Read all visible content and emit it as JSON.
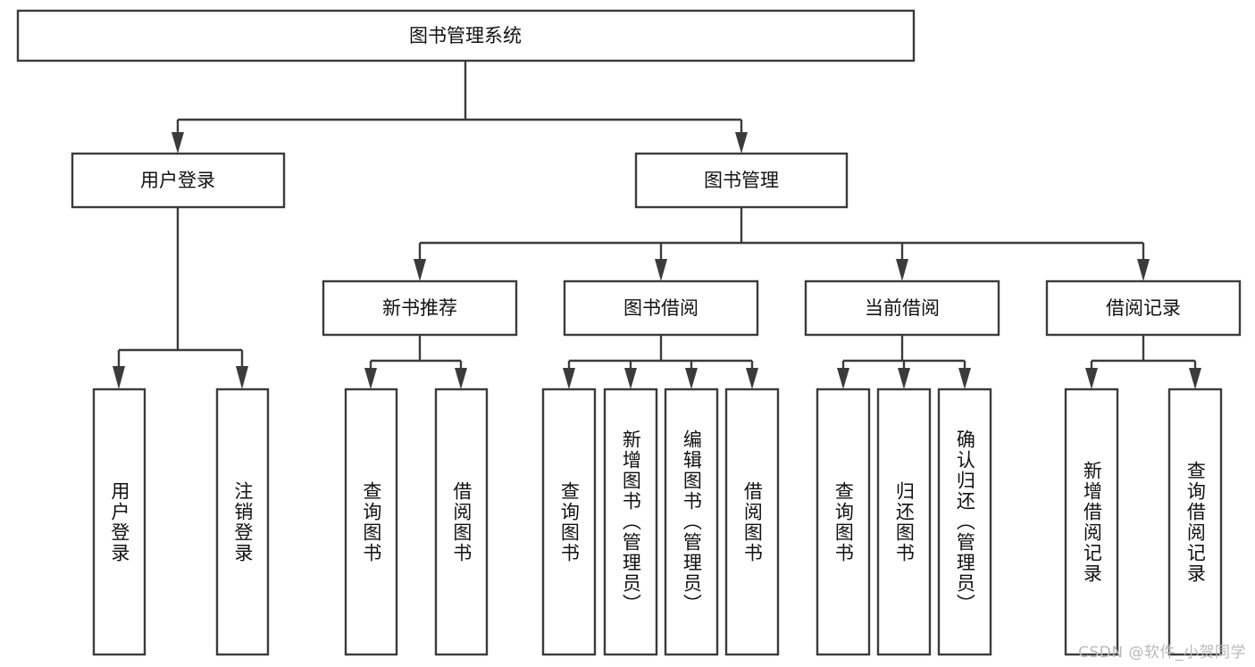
{
  "diagram": {
    "title": "图书管理系统",
    "type": "tree-hierarchy-chart",
    "orientation": "top-down",
    "watermark": "CSDN @软件_小贺同学",
    "colors": {
      "box_stroke": "#3b3b3b",
      "box_fill": "#ffffff",
      "connector": "#3b3b3b",
      "text": "#111111",
      "watermark": "#b9b9b9",
      "background": "#ffffff"
    },
    "root": {
      "label": "图书管理系统"
    },
    "level2": [
      {
        "label": "用户登录"
      },
      {
        "label": "图书管理"
      }
    ],
    "level3": [
      {
        "label": "新书推荐"
      },
      {
        "label": "图书借阅"
      },
      {
        "label": "当前借阅"
      },
      {
        "label": "借阅记录"
      }
    ],
    "leaves": {
      "user_login": [
        {
          "label": "用户登录"
        },
        {
          "label": "注销登录"
        }
      ],
      "new_book_recommend": [
        {
          "label": "查询图书"
        },
        {
          "label": "借阅图书"
        }
      ],
      "book_borrow": [
        {
          "label": "查询图书"
        },
        {
          "label": "新增图书（管理员）"
        },
        {
          "label": "编辑图书（管理员）"
        },
        {
          "label": "借阅图书"
        }
      ],
      "current_borrow": [
        {
          "label": "查询图书"
        },
        {
          "label": "归还图书"
        },
        {
          "label": "确认归还（管理员）"
        }
      ],
      "borrow_record": [
        {
          "label": "新增借阅记录"
        },
        {
          "label": "查询借阅记录"
        }
      ]
    }
  }
}
